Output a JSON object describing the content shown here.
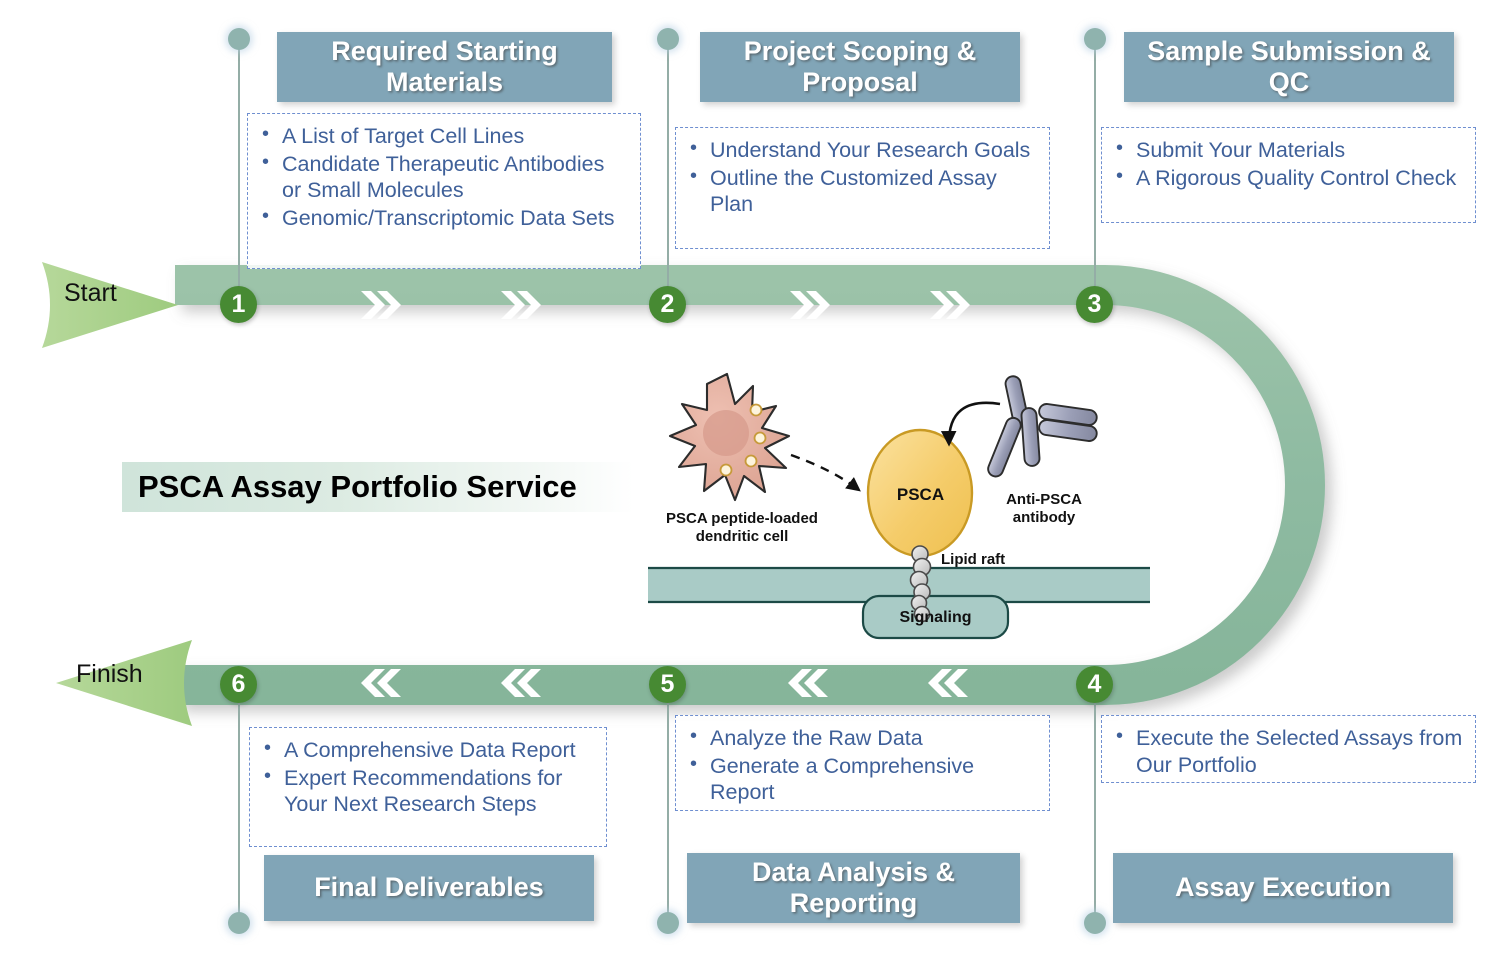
{
  "title": "PSCA Assay Portfolio Service",
  "endcaps": {
    "start": "Start",
    "finish": "Finish"
  },
  "colors": {
    "banner": "#81a5b7",
    "track": "#8fbba2",
    "node": "#478a33",
    "bullet_text": "#3f6099",
    "dashed_border": "#6f8fd0",
    "connector_dot": "#8fb3ae",
    "start_arrow": "#a9d18e",
    "membrane": "#a9cbc6",
    "psca": "#f2c95e",
    "dendritic_cell": "#e3aa9b",
    "antibody": "#a9adc4"
  },
  "steps": [
    {
      "number": "1",
      "heading": "Required Starting Materials",
      "bullets": [
        "A List of Target Cell Lines",
        "Candidate Therapeutic Antibodies or Small Molecules",
        "Genomic/Transcriptomic Data Sets"
      ]
    },
    {
      "number": "2",
      "heading": "Project Scoping & Proposal",
      "bullets": [
        "Understand Your Research Goals",
        "Outline the Customized Assay Plan"
      ]
    },
    {
      "number": "3",
      "heading": "Sample Submission & QC",
      "bullets": [
        "Submit Your Materials",
        "A Rigorous Quality Control Check"
      ]
    },
    {
      "number": "4",
      "heading": "Assay Execution",
      "bullets": [
        "Execute the Selected Assays from Our Portfolio"
      ]
    },
    {
      "number": "5",
      "heading": "Data Analysis & Reporting",
      "bullets": [
        "Analyze the Raw Data",
        "Generate a Comprehensive Report"
      ]
    },
    {
      "number": "6",
      "heading": "Final Deliverables",
      "bullets": [
        "A Comprehensive Data Report",
        "Expert Recommendations for Your Next Research Steps"
      ]
    }
  ],
  "illustration": {
    "dendritic_cell_label": "PSCA peptide-loaded dendritic cell",
    "psca_label": "PSCA",
    "antibody_label": "Anti-PSCA antibody",
    "lipid_raft_label": "Lipid raft",
    "signaling_label": "Signaling"
  }
}
